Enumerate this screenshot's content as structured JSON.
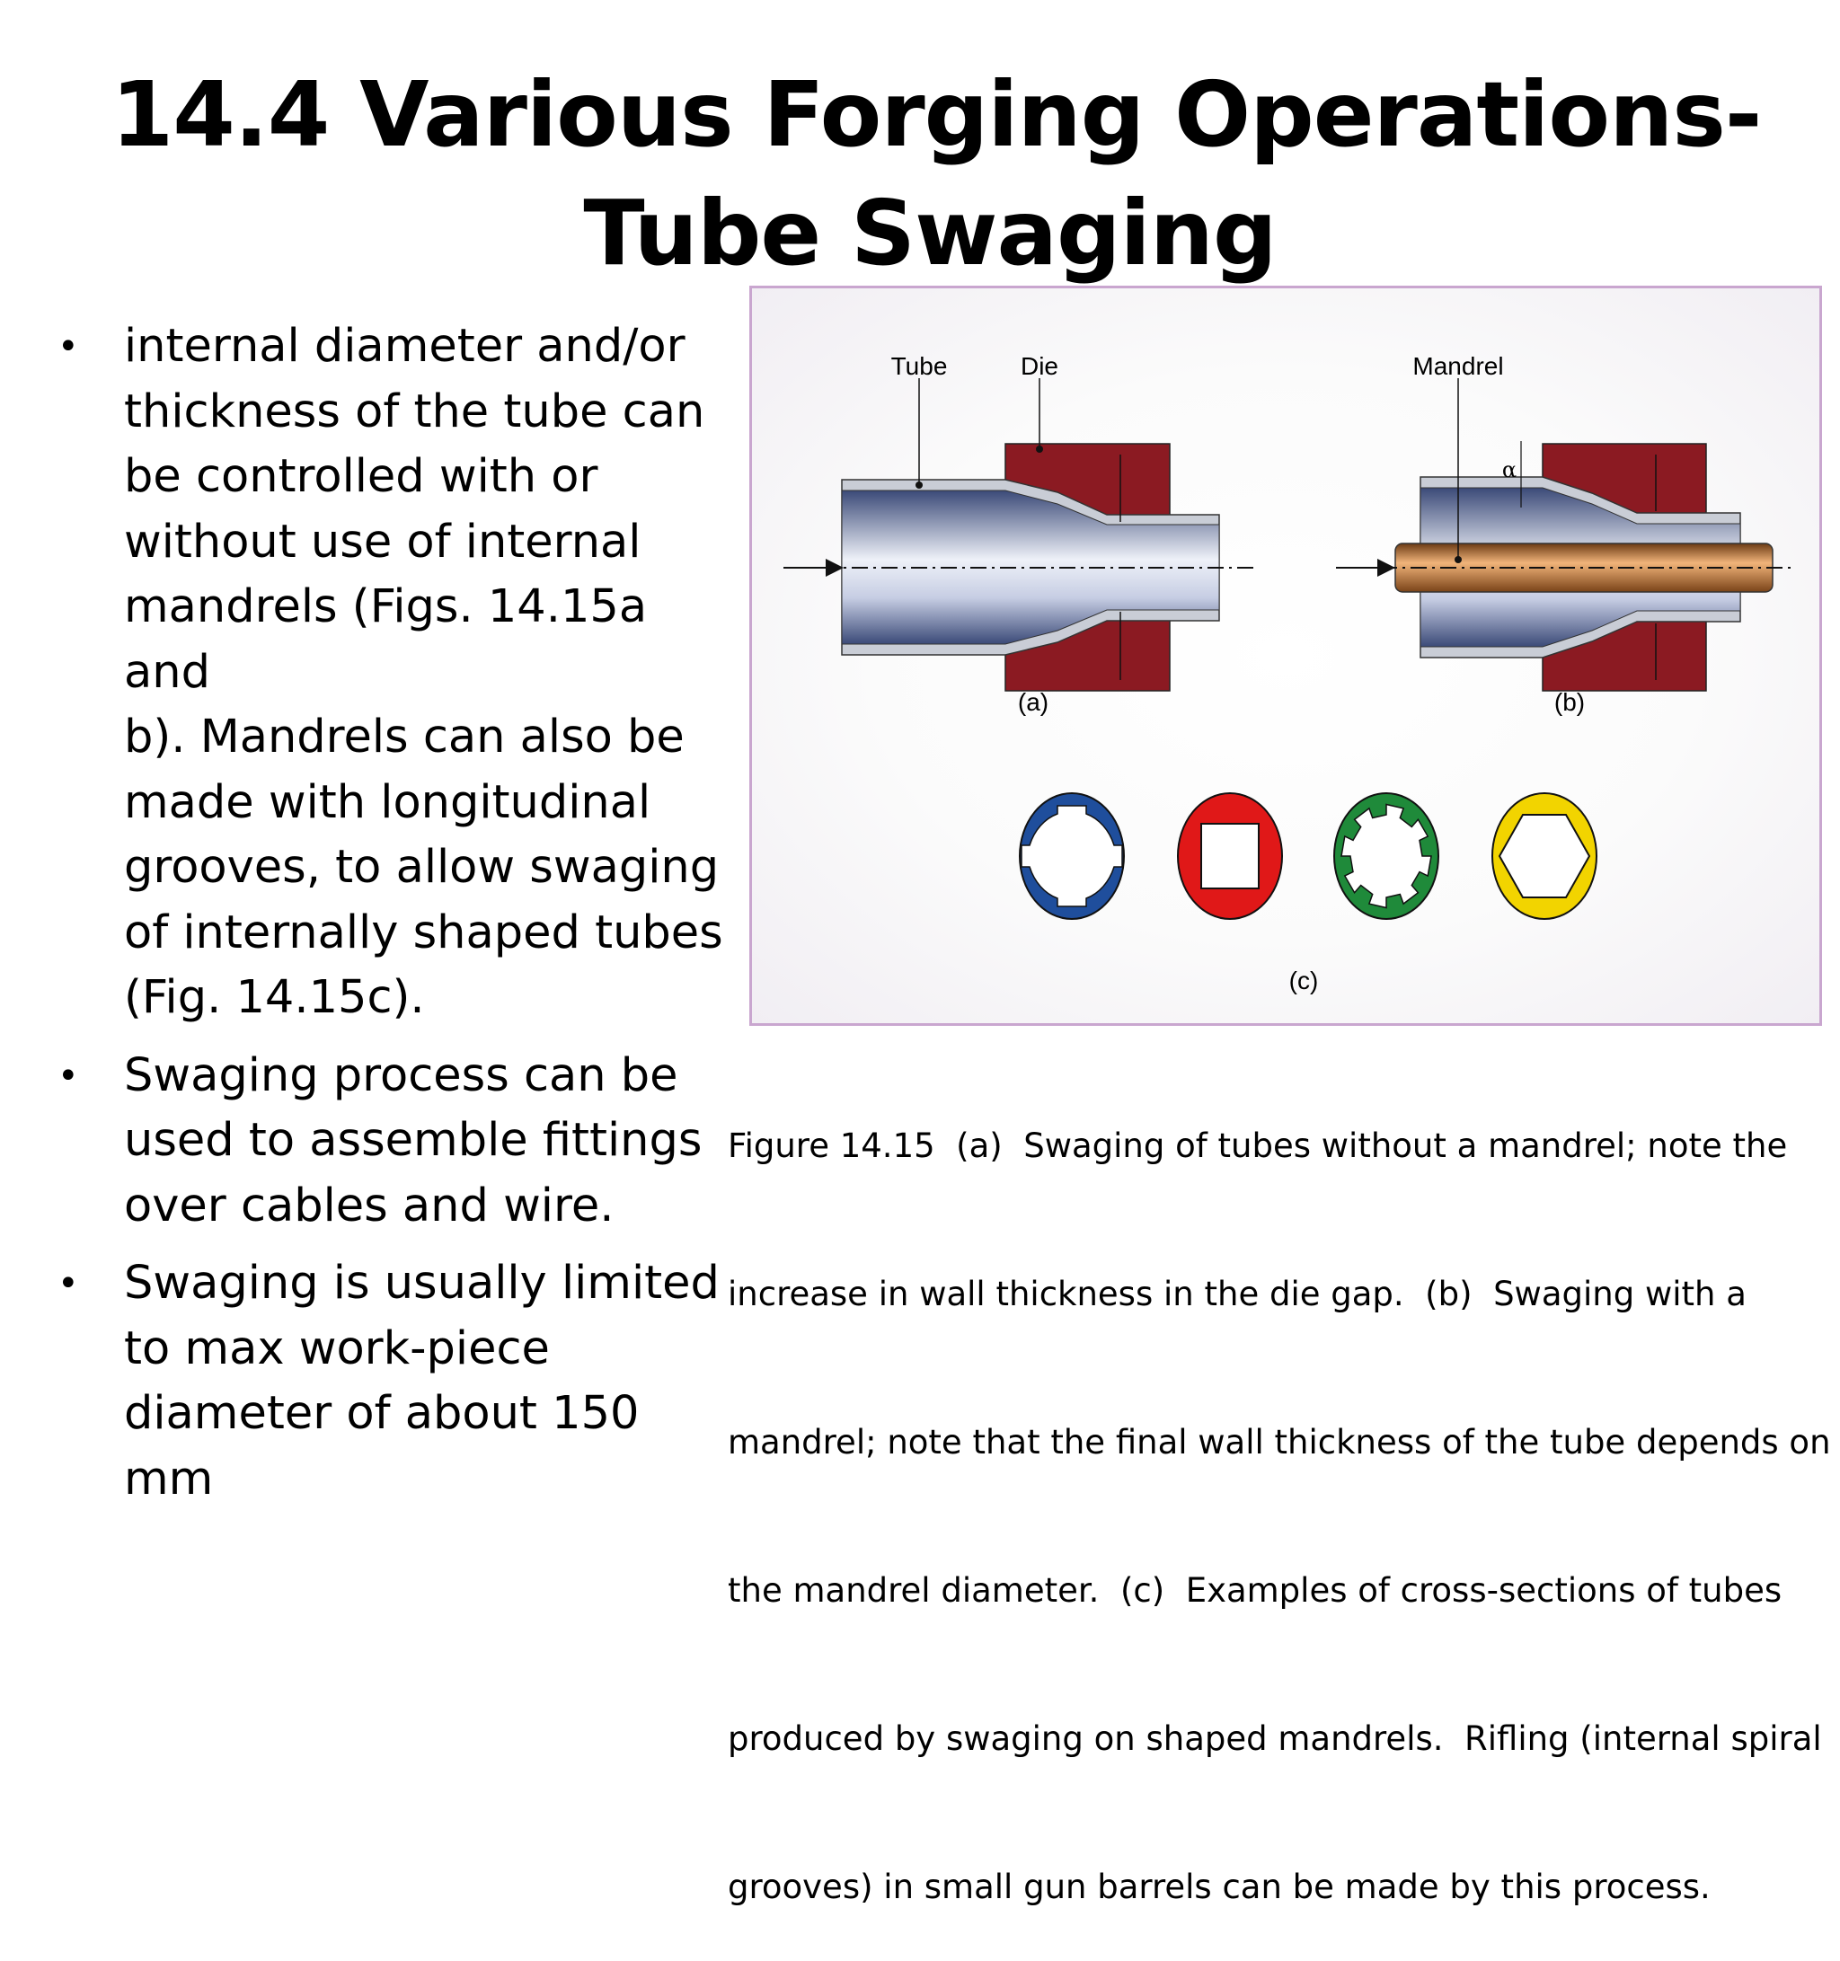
{
  "title": {
    "line1": "14.4 Various Forging Operations-",
    "line2": "Tube Swaging"
  },
  "bullets": [
    "internal diameter and/or thickness of the tube can be controlled with or without use of internal mandrels (Figs. 14.15a and b). Mandrels can also be made with longitudinal grooves, to allow swaging of internally shaped tubes (Fig. 14.15c).",
    "Swaging process can be used to assemble fittings over cables and wire.",
    "Swaging is usually limited to max work-piece diameter of about 150 mm"
  ],
  "bullet_lines": [
    [
      "internal diameter and/or",
      "thickness of the tube can",
      "be controlled with or",
      "without use of internal",
      "mandrels (Figs. 14.15a and",
      "b). Mandrels can also be",
      "made with longitudinal",
      "grooves, to allow swaging",
      "of internally shaped tubes",
      "(Fig. 14.15c)."
    ],
    [
      "Swaging process can be",
      "used to assemble fittings",
      "over cables and wire."
    ],
    [
      "Swaging is usually limited",
      "to max work-piece",
      "diameter of about 150 mm"
    ]
  ],
  "figure": {
    "labels": {
      "tube": "Tube",
      "die": "Die",
      "mandrel": "Mandrel",
      "alpha": "α",
      "a": "(a)",
      "b": "(b)",
      "c": "(c)"
    },
    "colors": {
      "die": "#8b1a22",
      "tube_dark": "#3b4a78",
      "tube_light": "#eef1f8",
      "mandrel": "#c47a35",
      "blue": "#1f4e9c",
      "red": "#e01818",
      "green": "#1f8a3a",
      "yellow": "#f2d400"
    }
  },
  "caption_lines": [
    "Figure 14.15  (a)  Swaging of tubes without a mandrel; note the",
    "increase in wall thickness in the die gap.  (b)  Swaging with a",
    "mandrel; note that the final wall thickness of the tube depends on",
    "the mandrel diameter.  (c)  Examples of cross-sections of tubes",
    "produced by swaging on shaped mandrels.  Rifling (internal spiral",
    "grooves) in small gun barrels can be made by this process."
  ]
}
